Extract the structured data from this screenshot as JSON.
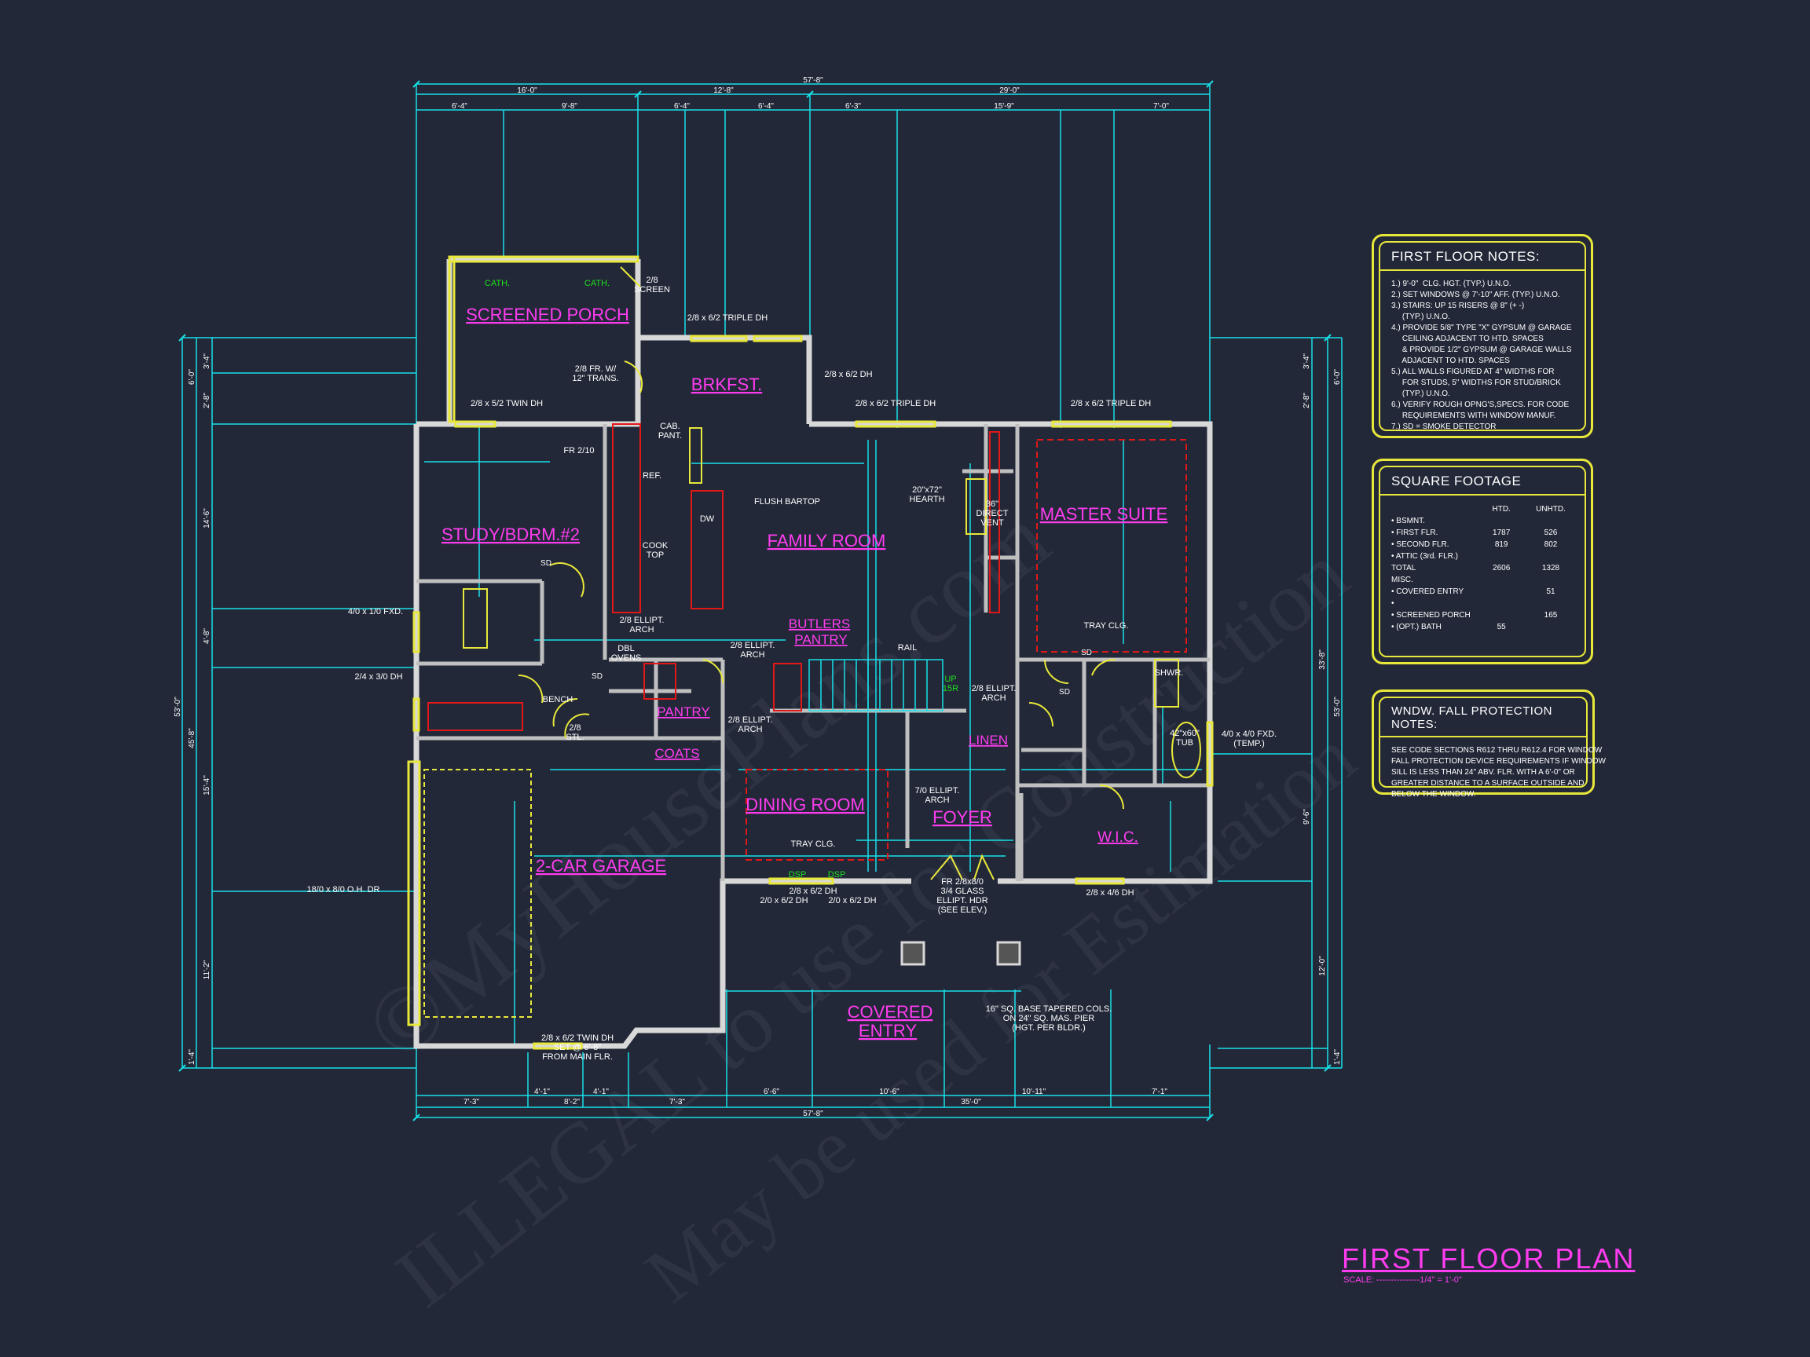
{
  "watermark": {
    "line1": "©MyHousePlans.com",
    "line2": "ILLEGAL to use for Construction",
    "line3": "May be used for Estimation"
  },
  "title": "FIRST FLOOR PLAN",
  "scale": "SCALE: ---------------1/4\" = 1'-0\"",
  "rooms": {
    "screened_porch": "SCREENED PORCH",
    "brkfst": "BRKFST.",
    "study": "STUDY/BDRM.#2",
    "family_room": "FAMILY ROOM",
    "master_suite": "MASTER SUITE",
    "butlers_pantry_1": "BUTLERS",
    "butlers_pantry_2": "PANTRY",
    "pantry": "PANTRY",
    "coats": "COATS",
    "linen": "LINEN",
    "dining_room": "DINING ROOM",
    "foyer": "FOYER",
    "wic": "W.I.C.",
    "garage": "2-CAR GARAGE",
    "covered_entry_1": "COVERED",
    "covered_entry_2": "ENTRY"
  },
  "labels": {
    "cath1": "CATH.",
    "cath2": "CATH.",
    "screen_door": "2/8\nSCREEN",
    "triple_dh_top": "2/8 x 6/2 TRIPLE DH",
    "fr_trans": "2/8 FR. W/\n12\" TRANS.",
    "twin_dh_porch": "2/8 x 5/2 TWIN DH",
    "dh_brkfst": "2/8 x 6/2 DH",
    "triple_dh_fam": "2/8 x 6/2 TRIPLE DH",
    "triple_dh_master": "2/8 x 6/2 TRIPLE DH",
    "cab_pant": "CAB.\nPANT.",
    "ref": "REF.",
    "fr210": "FR 2/10",
    "flush_bartop": "FLUSH BARTOP",
    "dw": "DW",
    "cook_top": "COOK\nTOP",
    "hearth": "20\"x72\"\nHEARTH",
    "direct_vent": "36\"\nDIRECT\nVENT",
    "fxd_410": "4/0 x 1/0 FXD.",
    "dh_24": "2/4 x 3/0 DH",
    "ellipt_arch_1": "2/8 ELLIPT.\nARCH",
    "dbl_ovens": "DBL\nOVENS",
    "ellipt_arch_2": "2/8 ELLIPT.\nARCH",
    "ellipt_arch_3": "2/8 ELLIPT.\nARCH",
    "ellipt_arch_4": "2/8 ELLIPT.\nARCH",
    "ellipt_arch_5": "7/0 ELLIPT.\nARCH",
    "rail": "RAIL",
    "up_15r": "UP\n15R",
    "tray_clg_master": "TRAY CLG.",
    "tray_clg_dining": "TRAY CLG.",
    "bench": "BENCH",
    "stl": "2/8\nSTL.",
    "shwr": "SHWR.",
    "tub": "42\"x60\"\nTUB",
    "fxd_temp": "4/0 x 4/0 FXD.\n(TEMP.)",
    "oh_door": "18/0 x 8/0 O.H. DR",
    "dh_46": "2/8 x 4/6 DH",
    "dh_dining": "2/8 x 6/2 DH",
    "dh_dining_2": "2/0 x 6/2 DH",
    "dh_dining_3": "2/0 x 6/2 DH",
    "front_door": "FR 2/8x8/0\n3/4 GLASS\nELLIPT. HDR\n(SEE ELEV.)",
    "cols": "16\" SQ. BASE TAPERED COLS.\nON 24\" SQ. MAS. PIER\n(HGT. PER BLDR.)",
    "garage_win": "2/8 x 6/2 TWIN DH\nSET @ 6'-8\"\nFROM MAIN FLR.",
    "dsp1": "DSP",
    "dsp2": "DSP",
    "sd1": "SD",
    "sd2": "SD",
    "sd3": "SD",
    "sd4": "SD"
  },
  "dims_top": [
    "16'-0\"",
    "12'-8\"",
    "29'-0\"",
    "57'-8\""
  ],
  "dims_top_sub": [
    "6'-4\"",
    "9'-8\"",
    "6'-4\"",
    "6'-4\"",
    "6'-3\"",
    "15'-9\"",
    "7'-0\""
  ],
  "dims_bottom": [
    "7'-3\"",
    "4'-1\"",
    "8'-2\"",
    "4'-1\"",
    "7'-3\"",
    "6'-6\"",
    "10'-6\"",
    "35'-0\"",
    "10'-11\"",
    "7'-1\"",
    "57'-8\""
  ],
  "dims_left": [
    "3'-4\"",
    "6'-0\"",
    "2'-8\"",
    "14'-6\"",
    "4'-8\"",
    "53'-0\"",
    "45'-8\"",
    "15'-4\"",
    "11'-2\"",
    "1'-4\""
  ],
  "dims_right": [
    "3'-4\"",
    "6'-0\"",
    "2'-8\"",
    "33'-8\"",
    "53'-0\"",
    "9'-6\"",
    "12'-0\"",
    "1'-4\""
  ],
  "first_floor_notes": {
    "title": "FIRST FLOOR NOTES:",
    "lines": [
      "1.) 9'-0\"  CLG. HGT. (TYP.) U.N.O.",
      "2.) SET WINDOWS @ 7'-10\" AFF. (TYP.) U.N.O.",
      "3.) STAIRS: UP 15 RISERS @ 8\" (+ -)",
      "     (TYP.) U.N.O.",
      "4.) PROVIDE 5/8\" TYPE \"X\" GYPSUM @ GARAGE",
      "     CEILING ADJACENT TO HTD. SPACES",
      "     & PROVIDE 1/2\" GYPSUM @ GARAGE WALLS",
      "     ADJACENT TO HTD. SPACES",
      "5.) ALL WALLS FIGURED AT 4\" WIDTHS FOR",
      "     FOR STUDS, 5\" WIDTHS FOR STUD/BRICK",
      "     (TYP.) U.N.O.",
      "6.) VERIFY ROUGH OPNG'S,SPECS. FOR CODE",
      "     REQUIREMENTS WITH WINDOW MANUF.",
      "7.) SD = SMOKE DETECTOR"
    ]
  },
  "square_footage": {
    "title": "SQUARE FOOTAGE",
    "header": [
      "",
      "HTD.",
      "UNHTD."
    ],
    "rows": [
      [
        "• BSMNT.",
        "",
        ""
      ],
      [
        "• FIRST FLR.",
        "1787",
        "526"
      ],
      [
        "• SECOND FLR.",
        "819",
        "802"
      ],
      [
        "• ATTIC (3rd. FLR.)",
        "",
        ""
      ],
      [
        "TOTAL",
        "2606",
        "1328"
      ],
      [
        "MISC.",
        "",
        ""
      ],
      [
        "• COVERED ENTRY",
        "",
        "51"
      ],
      [
        "•",
        "",
        ""
      ],
      [
        "• SCREENED PORCH",
        "",
        "165"
      ],
      [
        "• (OPT.) BATH",
        "55",
        ""
      ]
    ]
  },
  "window_notes": {
    "title": "WNDW. FALL PROTECTION NOTES:",
    "lines": [
      "SEE CODE SECTIONS R612 THRU R612.4 FOR WINDOW",
      "FALL PROTECTION DEVICE REQUIREMENTS IF WINDOW",
      "SILL IS LESS THAN 24\" ABV. FLR. WITH A 6'-0\" OR",
      "GREATER DISTANCE TO A SURFACE OUTSIDE AND",
      "BELOW THE WINDOW."
    ]
  },
  "colors": {
    "background": "#232838",
    "dimension": "#18e0e8",
    "wall": "#d8d8d8",
    "room_label": "#ff3cf0",
    "door": "#e8e83a",
    "accent_red": "#e01818",
    "green": "#1ee01e"
  }
}
